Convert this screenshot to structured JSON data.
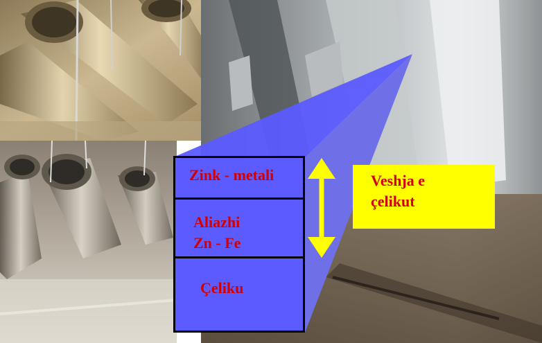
{
  "layers": {
    "zinc": "Zink - metali",
    "alloy_line1": "Aliazhi",
    "alloy_line2": "Zn - Fe",
    "steel": "Çeliku"
  },
  "callout": {
    "line1": "Veshja e",
    "line2": "çelikut"
  },
  "colors": {
    "layer_fill": "#5b5bff",
    "wedge": "#6f6fe8",
    "label_text": "#d20000",
    "callout_fill": "#ffff00",
    "arrow": "#ffff00"
  },
  "icons": {
    "thickness_arrow": "double-headed-vertical-arrow"
  }
}
